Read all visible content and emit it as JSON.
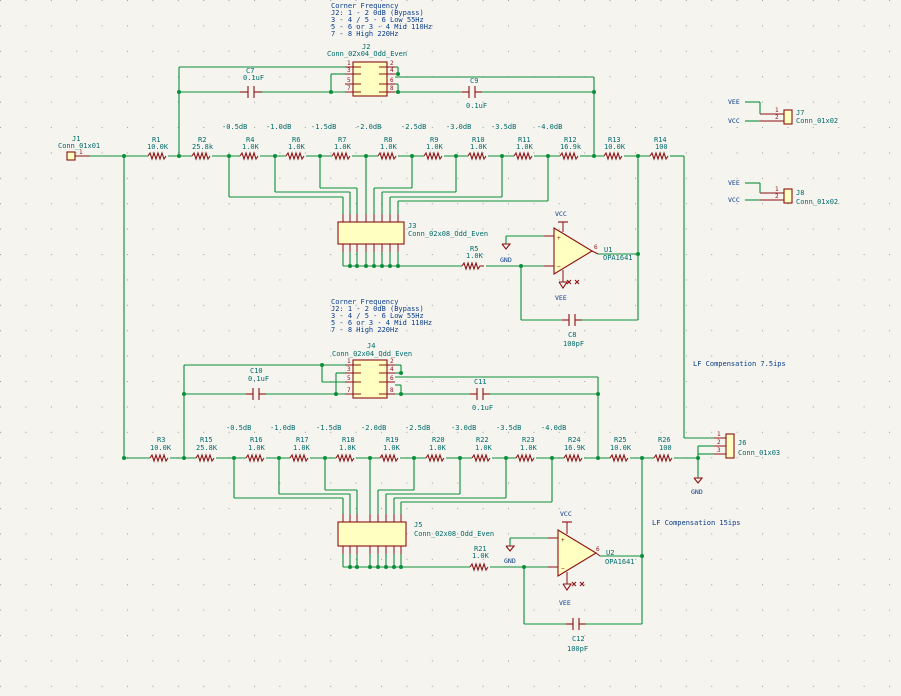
{
  "notes": {
    "top": [
      "Corner Frequency",
      "J2: 1 - 2  0dB (Bypass)",
      "3 - 4  /  5 - 6 Low 55Hz",
      "5 - 6 or 3 - 4 Mid 110Hz",
      "7 - 8 High 220Hz"
    ],
    "bottom": [
      "Corner Frequency",
      "J2: 1 - 2  0dB (Bypass)",
      "3 - 4  /  5 - 6 Low 55Hz",
      "5 - 6 or 3 - 4 Mid 110Hz",
      "7 - 8 High 220Hz"
    ],
    "lf1": "LF Compensation 7.5ips",
    "lf2": "LF Compensation 15ips"
  },
  "connectors": {
    "j1": {
      "ref": "J1",
      "value": "Conn_01x01"
    },
    "j2": {
      "ref": "J2",
      "value": "Conn_02x04_Odd_Even"
    },
    "j3": {
      "ref": "J3",
      "value": "Conn_02x08_Odd_Even"
    },
    "j4": {
      "ref": "J4",
      "value": "Conn_02x04_Odd_Even"
    },
    "j5": {
      "ref": "J5",
      "value": "Conn_02x08_Odd_Even"
    },
    "j6": {
      "ref": "J6",
      "value": "Conn_01x03"
    },
    "j7": {
      "ref": "J7",
      "value": "Conn_01x02"
    },
    "j8": {
      "ref": "J8",
      "value": "Conn_01x02"
    }
  },
  "top_row": {
    "resistors": [
      {
        "ref": "R1",
        "value": "10.0K"
      },
      {
        "ref": "R2",
        "value": "25.8k"
      },
      {
        "ref": "R4",
        "value": "1.0K"
      },
      {
        "ref": "R6",
        "value": "1.0K"
      },
      {
        "ref": "R7",
        "value": "1.0K"
      },
      {
        "ref": "R8",
        "value": "1.0K"
      },
      {
        "ref": "R9",
        "value": "1.0K"
      },
      {
        "ref": "R10",
        "value": "1.0K"
      },
      {
        "ref": "R11",
        "value": "1.0K"
      },
      {
        "ref": "R12",
        "value": "16.9k"
      },
      {
        "ref": "R13",
        "value": "10.0K"
      },
      {
        "ref": "R14",
        "value": "100"
      }
    ],
    "db_labels": [
      "-0.5dB",
      "-1.0dB",
      "-1.5dB",
      "-2.0dB",
      "-2.5dB",
      "-3.0dB",
      "-3.5dB",
      "-4.0dB"
    ],
    "c7": {
      "ref": "C7",
      "value": "0.1uF"
    },
    "c9": {
      "ref": "C9",
      "value": "0.1uF"
    },
    "c8": {
      "ref": "C8",
      "value": "100pF"
    },
    "r5": {
      "ref": "R5",
      "value": "1.0K"
    },
    "u1": {
      "ref": "U1",
      "value": "OPA1641"
    }
  },
  "bottom_row": {
    "resistors": [
      {
        "ref": "R3",
        "value": "10.0K"
      },
      {
        "ref": "R15",
        "value": "25.8K"
      },
      {
        "ref": "R16",
        "value": "1.0K"
      },
      {
        "ref": "R17",
        "value": "1.0K"
      },
      {
        "ref": "R18",
        "value": "1.0K"
      },
      {
        "ref": "R19",
        "value": "1.0K"
      },
      {
        "ref": "R20",
        "value": "1.0K"
      },
      {
        "ref": "R22",
        "value": "1.0K"
      },
      {
        "ref": "R23",
        "value": "1.0K"
      },
      {
        "ref": "R24",
        "value": "16.9K"
      },
      {
        "ref": "R25",
        "value": "10.0K"
      },
      {
        "ref": "R26",
        "value": "100"
      }
    ],
    "db_labels": [
      "-0.5dB",
      "-1.0dB",
      "-1.5dB",
      "-2.0dB",
      "-2.5dB",
      "-3.0dB",
      "-3.5dB",
      "-4.0dB"
    ],
    "c10": {
      "ref": "C10",
      "value": "0.1uF"
    },
    "c11": {
      "ref": "C11",
      "value": "0.1uF"
    },
    "c12": {
      "ref": "C12",
      "value": "100pF"
    },
    "r21": {
      "ref": "R21",
      "value": "1.0K"
    },
    "u2": {
      "ref": "U2",
      "value": "OPA1641"
    }
  },
  "power": {
    "vcc": "VCC",
    "vee": "VEE",
    "gnd": "GND"
  },
  "colors": {
    "wire": "#0a8f3a",
    "part": "#8b1010",
    "text": "#006b6b",
    "body": "#ffffc2",
    "note": "#0a3c8a"
  }
}
